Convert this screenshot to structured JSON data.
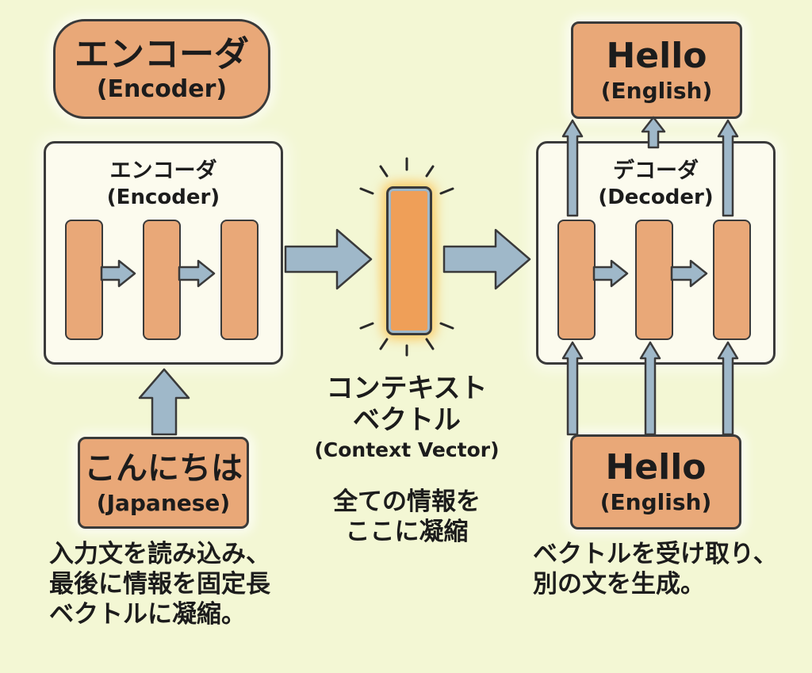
{
  "encoder_badge": {
    "title": "エンコーダ",
    "subtitle": "(Encoder)"
  },
  "encoder_panel": {
    "title": "エンコーダ",
    "subtitle": "(Encoder)"
  },
  "input_box": {
    "title": "こんにちは",
    "subtitle": "(Japanese)"
  },
  "encoder_caption": [
    "入力文を読み込み、",
    "最後に情報を固定長",
    "ベクトルに凝縮。"
  ],
  "context": {
    "title_line1": "コンテキスト",
    "title_line2": "ベクトル",
    "subtitle": "(Context Vector)",
    "note_line1": "全ての情報を",
    "note_line2": "ここに凝縮"
  },
  "output_box": {
    "title": "Hello",
    "subtitle": "(English)"
  },
  "decoder_panel": {
    "title": "デコーダ",
    "subtitle": "(Decoder)"
  },
  "decoder_input_box": {
    "title": "Hello",
    "subtitle": "(English)"
  },
  "decoder_caption": [
    "ベクトルを受け取り、",
    "別の文を生成。"
  ],
  "colors": {
    "box": "#e9a878",
    "arrow": "#9fb8c9",
    "background": "#f3f7d4",
    "panel": "#fcfbee"
  }
}
